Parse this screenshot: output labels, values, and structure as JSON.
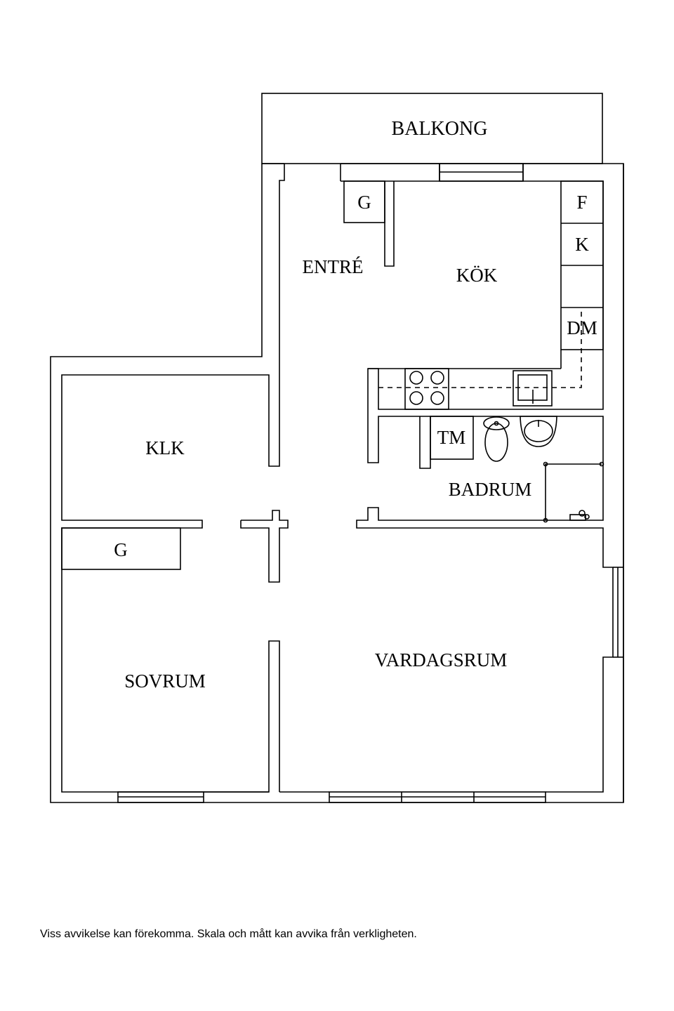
{
  "rooms": {
    "balkong": "BALKONG",
    "entre": "ENTRÉ",
    "kok": "KÖK",
    "klk": "KLK",
    "sovrum": "SOVRUM",
    "vardagsrum": "VARDAGSRUM",
    "badrum": "BADRUM"
  },
  "fixtures": {
    "garderob_entre": "G",
    "garderob_sovrum": "G",
    "frys": "F",
    "kyl": "K",
    "diskmaskin": "DM",
    "tvattmaskin": "TM"
  },
  "footnote": "Viss avvikelse kan förekomma. Skala och mått kan avvika från verkligheten.",
  "colors": {
    "line": "#000000",
    "background": "#ffffff"
  }
}
